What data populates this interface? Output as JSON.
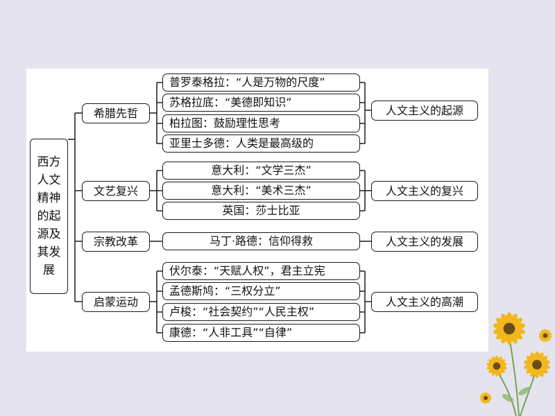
{
  "root": {
    "lines": [
      "西方",
      "人文",
      "精神",
      "的起",
      "源及",
      "其发",
      "展"
    ]
  },
  "branches": [
    {
      "label": "希腊先哲",
      "items": [
        "普罗泰格拉：“人是万物的尺度”",
        "苏格拉底：“美德即知识”",
        "柏拉图：鼓励理性思考",
        "亚里士多德：人类是最高级的"
      ],
      "result": "人文主义的起源"
    },
    {
      "label": "文艺复兴",
      "items": [
        "意大利：“文学三杰”",
        "意大利：“美术三杰”",
        "英国：莎士比亚"
      ],
      "result": "人文主义的复兴"
    },
    {
      "label": "宗教改革",
      "items": [
        "马丁·路德：信仰得救"
      ],
      "result": "人文主义的发展"
    },
    {
      "label": "启蒙运动",
      "items": [
        "伏尔泰：“天赋人权”，君主立宪",
        "孟德斯鸠：“三权分立”",
        "卢梭：“社会契约”“人民主权”",
        "康德：“人非工具”“自律”"
      ],
      "result": "人文主义的高潮"
    }
  ],
  "colors": {
    "background": "#e4e3ee",
    "panel": "#ffffff",
    "stroke": "#1a1a1a",
    "petal": "#f2b81b",
    "seed": "#6b4a1e",
    "stem": "#7aa05a"
  }
}
